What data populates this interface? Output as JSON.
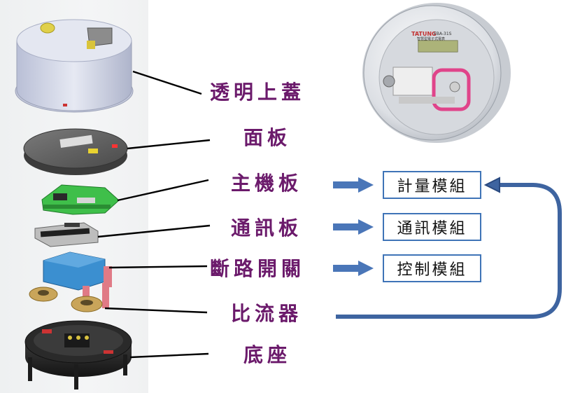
{
  "components": [
    {
      "id": "cover",
      "label": "透明上蓋"
    },
    {
      "id": "panel",
      "label": "面板"
    },
    {
      "id": "main_board",
      "label": "主機板"
    },
    {
      "id": "comm_board",
      "label": "通訊板"
    },
    {
      "id": "breaker",
      "label": "斷路開關"
    },
    {
      "id": "ct",
      "label": "比流器"
    },
    {
      "id": "base",
      "label": "底座"
    }
  ],
  "modules": [
    {
      "id": "metering",
      "label": "計量模組"
    },
    {
      "id": "communication",
      "label": "通訊模組"
    },
    {
      "id": "control",
      "label": "控制模組"
    }
  ],
  "meter_photo": {
    "brand": "TATUNG",
    "model": "EBA-31S",
    "subtitle": "智慧型電子式電表"
  },
  "colors": {
    "label": "#6b1a6b",
    "module_border": "#3f74b7",
    "arrow": "#4a76b8",
    "flow_line": "#3e64a0",
    "board_green": "#3fbf4a",
    "breaker_blue": "#3b8fd0",
    "leader_line": "#000000"
  }
}
